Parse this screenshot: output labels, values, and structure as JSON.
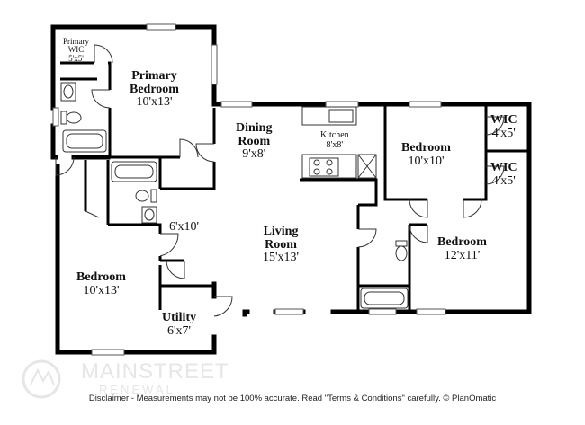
{
  "rooms": {
    "primary_wic": {
      "name": "Primary\nWIC",
      "dims": "5'x5'"
    },
    "primary_bedroom": {
      "name": "Primary\nBedroom",
      "dims": "10'x13'"
    },
    "dining_room": {
      "name": "Dining\nRoom",
      "dims": "9'x8'"
    },
    "kitchen": {
      "name": "Kitchen",
      "dims": "8'x8'"
    },
    "bedroom_ne": {
      "name": "Bedroom",
      "dims": "10'x10'"
    },
    "wic_1": {
      "name": "WIC",
      "dims": "4'x5'"
    },
    "wic_2": {
      "name": "WIC",
      "dims": "4'x5'"
    },
    "hall": {
      "name": "",
      "dims": "6'x10'"
    },
    "living_room": {
      "name": "Living\nRoom",
      "dims": "15'x13'"
    },
    "bedroom_se": {
      "name": "Bedroom",
      "dims": "12'x11'"
    },
    "bedroom_w": {
      "name": "Bedroom",
      "dims": "10'x13'"
    },
    "utility": {
      "name": "Utility",
      "dims": "6'x7'"
    }
  },
  "watermark": {
    "name": "MAINSTREET",
    "sub": "RENEWAL"
  },
  "disclaimer": "Disclaimer - Measurements may not be 100% accurate. Read \"Terms & Conditions\" carefully. © PlanOmatic"
}
